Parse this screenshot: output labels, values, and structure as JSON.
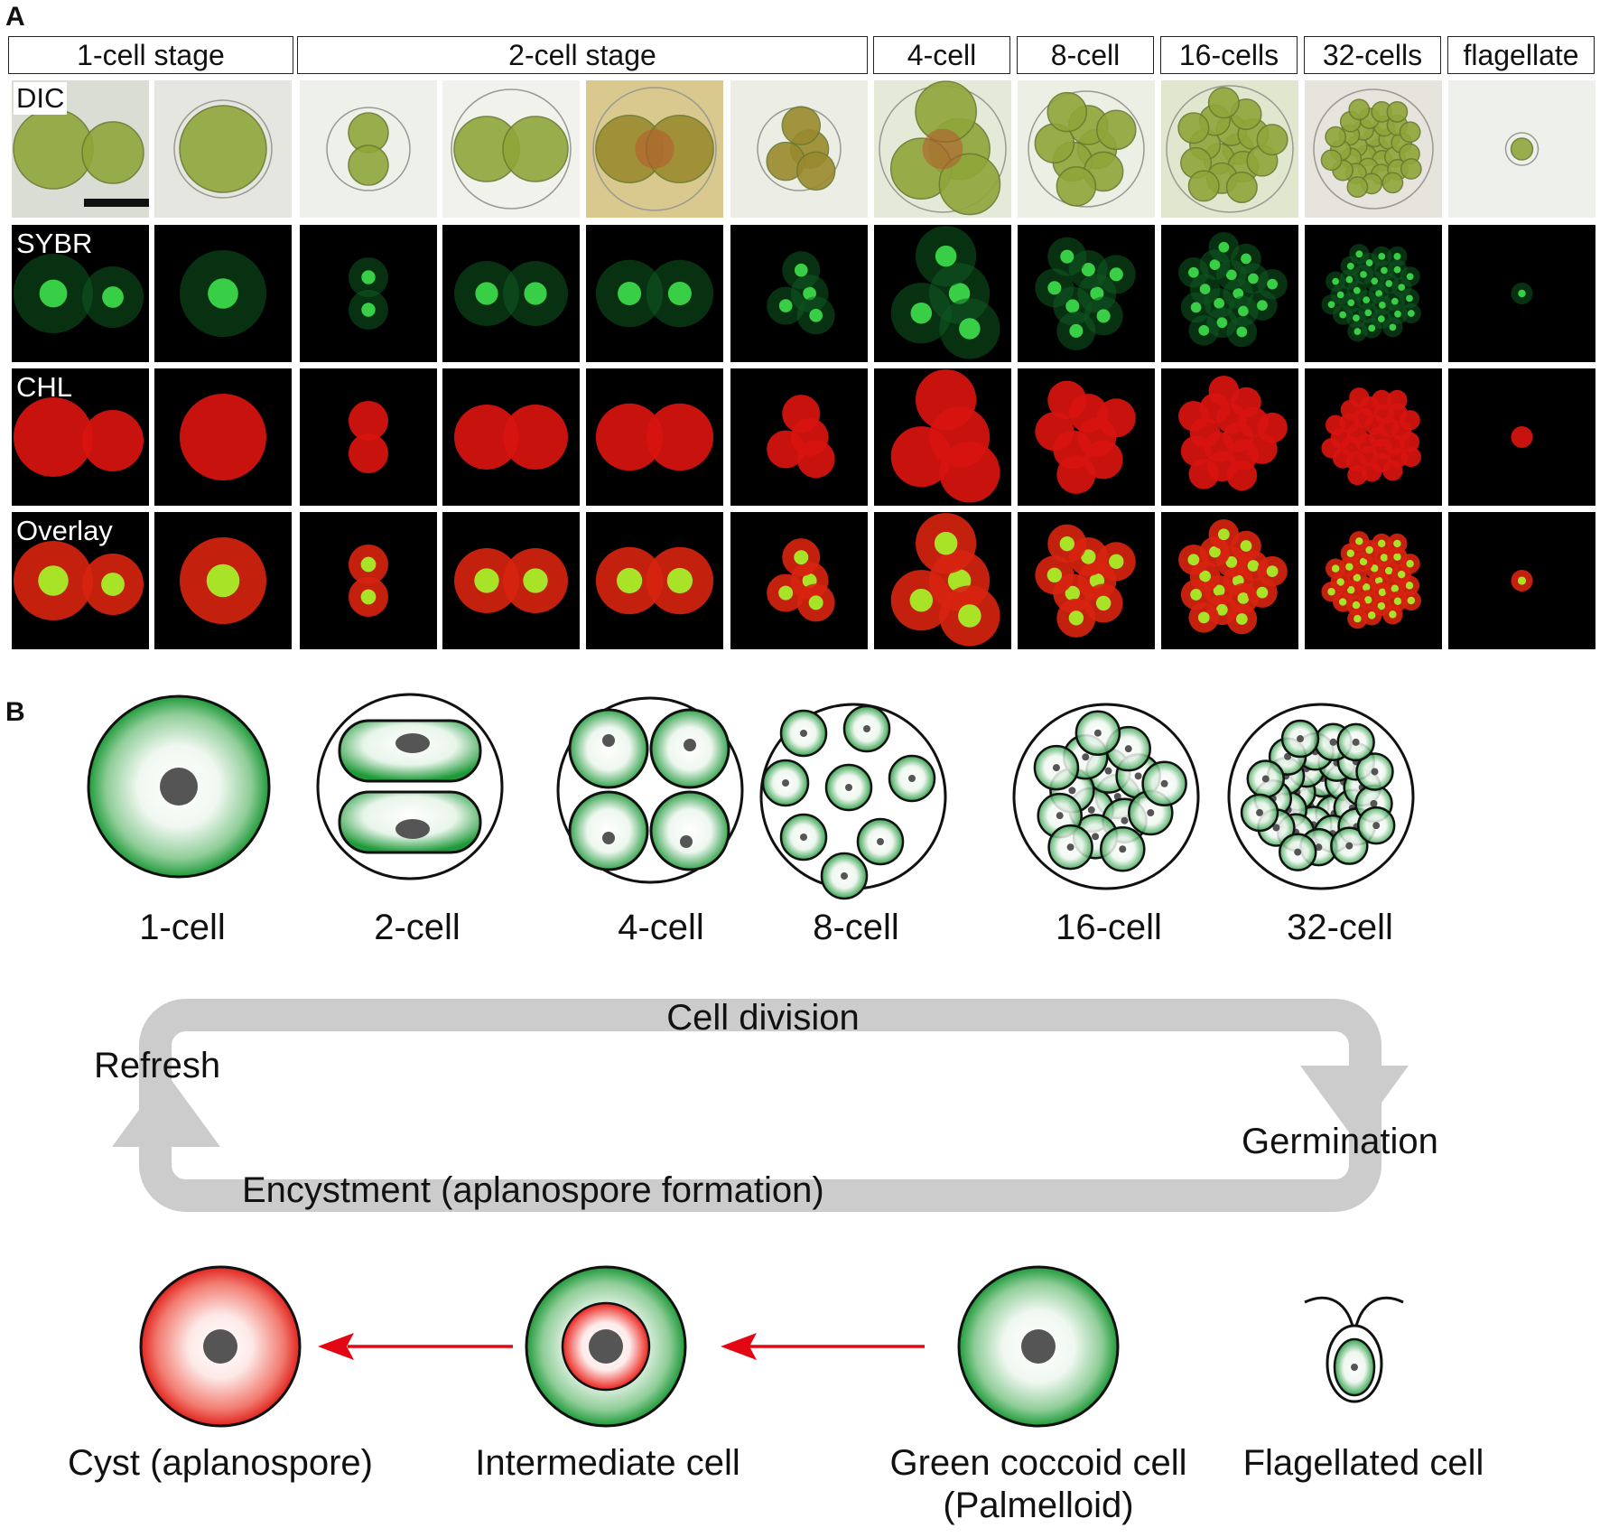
{
  "panel_a": {
    "letter": "A",
    "headers": [
      "1-cell stage",
      "2-cell stage",
      "4-cell",
      "8-cell",
      "16-cells",
      "32-cells",
      "flagellate"
    ],
    "row_labels": [
      "DIC",
      "SYBR",
      "CHL",
      "Overlay"
    ]
  },
  "panel_b": {
    "letter": "B",
    "stage_labels": [
      "1-cell",
      "2-cell",
      "4-cell",
      "8-cell",
      "16-cell",
      "32-cell"
    ],
    "cycle": {
      "top": "Cell division",
      "left": "Refresh",
      "right": "Germination",
      "bottom": "Encystment (aplanospore formation)"
    },
    "cell_types": {
      "cyst": "Cyst (aplanospore)",
      "intermediate": "Intermediate cell",
      "green_line1": "Green coccoid cell",
      "green_line2": "(Palmelloid)",
      "flagellated": "Flagellated cell"
    }
  },
  "colors": {
    "chlorophyll_green": "#1f9a3a",
    "carotenoid_red": "#e0241f",
    "nucleus": "#555555",
    "cycle_arrow": "#cccccc",
    "red_arrow": "#e30613"
  }
}
